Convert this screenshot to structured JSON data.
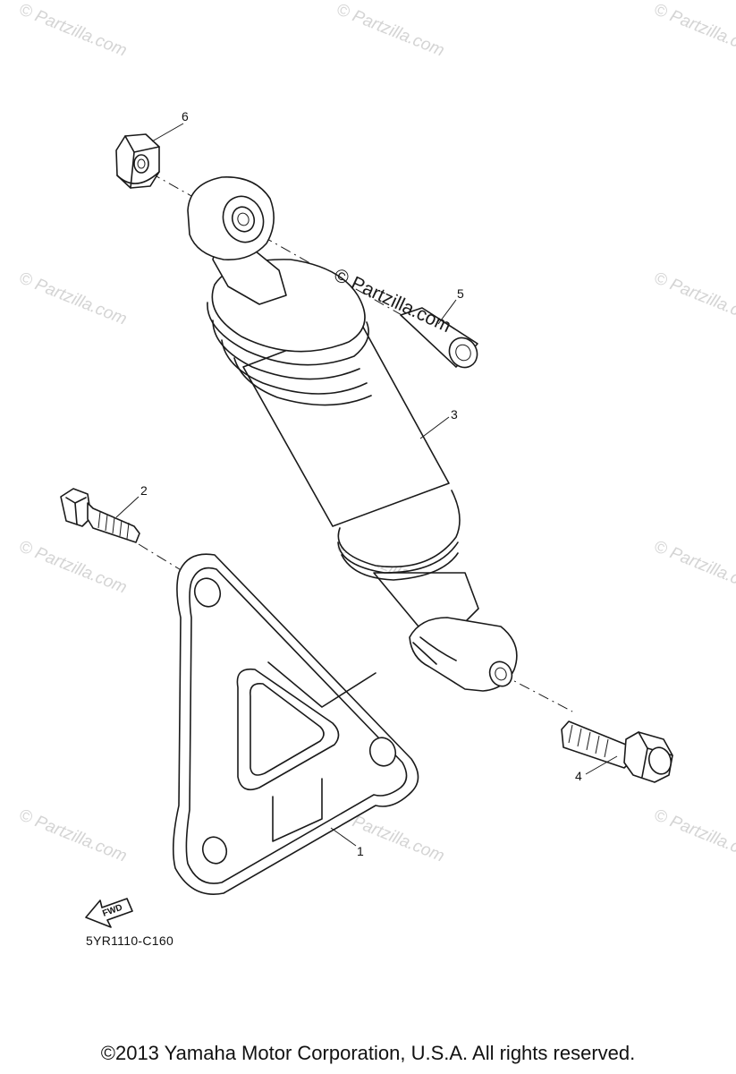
{
  "watermark": "© Partzilla.com",
  "center_watermark": "© Partzilla.com",
  "callouts": {
    "part1": "1",
    "part2": "2",
    "part3": "3",
    "part4": "4",
    "part5": "5",
    "part6": "6"
  },
  "fwd_label": "FWD",
  "diagram_code": "5YR1110-C160",
  "copyright": "©2013 Yamaha Motor Corporation, U.S.A. All rights reserved."
}
